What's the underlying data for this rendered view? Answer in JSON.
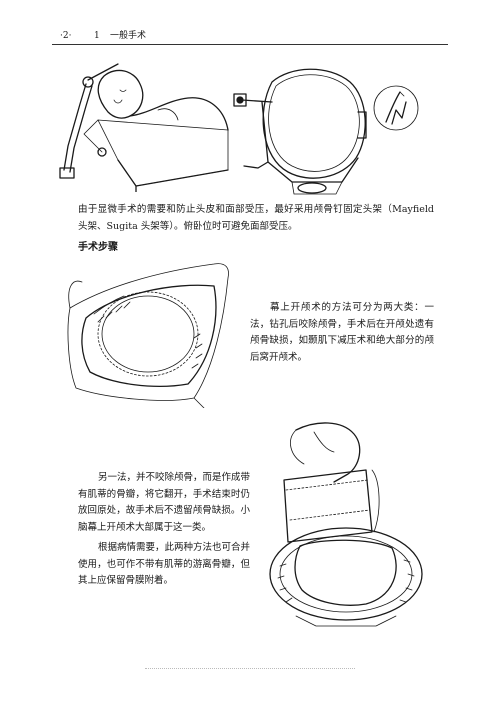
{
  "header": {
    "page_number": "·2·",
    "chapter_number": "1",
    "chapter_title": "一般手术"
  },
  "paragraphs": {
    "p1": "由于显微手术的需要和防止头皮和面部受压，最好采用颅骨钉固定头架（Mayfield 头架、Sugita 头架等）。俯卧位时可避免面部受压。",
    "p2": "幕上开颅术的方法可分为两大类：一法，钻孔后咬除颅骨，手术后在开颅处遗有颅骨缺损，如颞肌下减压术和绝大部分的颅后窝开颅术。",
    "p3": "另一法，并不咬除颅骨，而是作成带有肌蒂的骨瓣，将它翻开，手术结束时仍放回原处，故手术后不遗留颅骨缺损。小脑幕上开颅术大部属于这一类。",
    "p4": "根据病情需要，此两种方法也可合并使用，也可作不带有肌蒂的游离骨瓣，但其上应保留骨膜附着。"
  },
  "section_heading": "手术步骤"
}
